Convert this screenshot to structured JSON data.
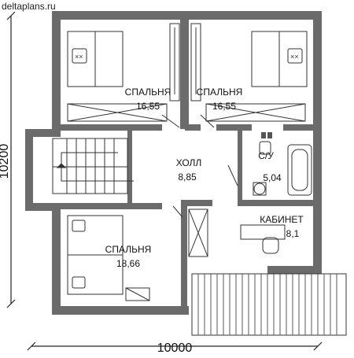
{
  "site": "deltaplans.ru",
  "dimensions": {
    "width": "10000",
    "height": "10200"
  },
  "rooms": {
    "bedroom_1": {
      "name": "СПАЛЬНЯ",
      "area": "16,55"
    },
    "bedroom_2": {
      "name": "СПАЛЬНЯ",
      "area": "16,55"
    },
    "hall": {
      "name": "ХОЛЛ",
      "area": "8,85"
    },
    "bathroom": {
      "name": "С/У",
      "area": "5,04"
    },
    "study": {
      "name": "КАБИНЕТ",
      "area": "8,1"
    },
    "bedroom_3": {
      "name": "СПАЛЬНЯ",
      "area": "18,66"
    }
  },
  "colors": {
    "wall": "#6b6b6b",
    "line": "#333333",
    "background": "#ffffff"
  }
}
